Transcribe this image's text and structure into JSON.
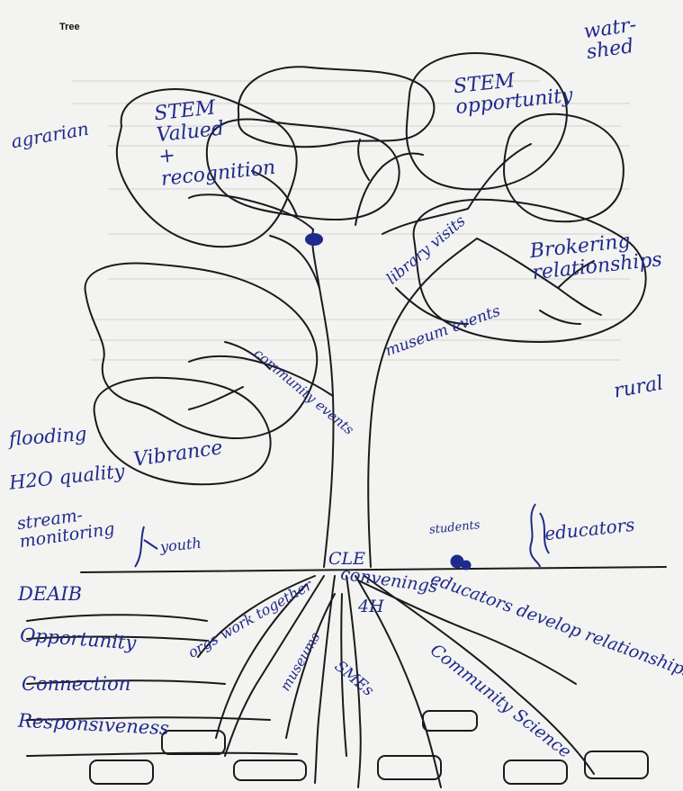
{
  "header": {
    "title": "Tree"
  },
  "labels": {
    "watershed": "watr-shed",
    "agrarian": "agrarian",
    "stem_value": "STEM Valued + recognition",
    "stem_opportunity": "STEM opportunity",
    "library_visits": "library visits",
    "brokering": "Brokering relationships",
    "museum_events": "museum events",
    "community_events": "community events",
    "vibrance": "Vibrance",
    "rural": "rural",
    "flooding": "flooding",
    "water_quality": "H2O quality",
    "stream_monitoring": "stream-monitoring",
    "youth": "youth",
    "students": "students",
    "educators_top": "educators",
    "cle": "CLE",
    "convenings": "convenings",
    "deaib": "DEAIB",
    "opportunity": "Opportunity",
    "connection": "Connection",
    "responsiveness": "Responsiveness",
    "orgs": "orgs work together",
    "four_h": "4H",
    "museums": "museums",
    "smes": "SMEs",
    "educators_develop": "educators develop relationships",
    "community_science": "Community Science"
  },
  "colors": {
    "ink": "#1f2a8c",
    "pen": "#1a1a1a",
    "paper": "#f3f3f1"
  }
}
